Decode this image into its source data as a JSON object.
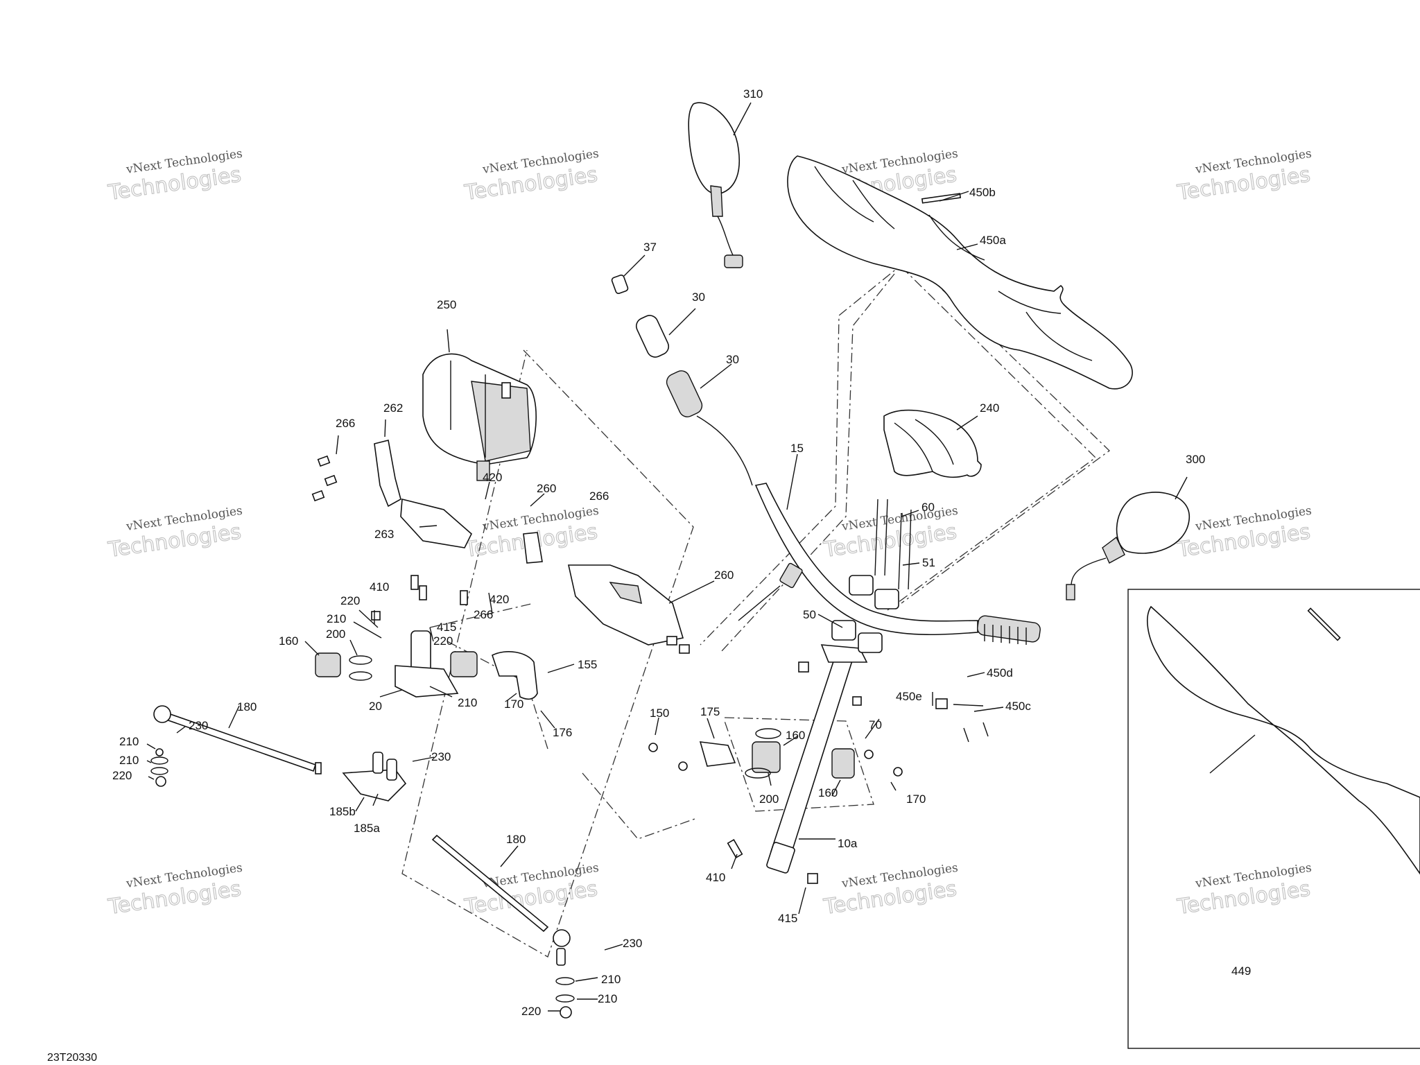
{
  "diagram": {
    "reference_code": "23T20330",
    "watermark": {
      "line1": "vNext Technologies",
      "line2": "Technologies"
    },
    "inset_label": "449",
    "callouts": [
      {
        "text": "310"
      },
      {
        "text": "37"
      },
      {
        "text": "30"
      },
      {
        "text": "30"
      },
      {
        "text": "450b"
      },
      {
        "text": "450a"
      },
      {
        "text": "250"
      },
      {
        "text": "240"
      },
      {
        "text": "15"
      },
      {
        "text": "266"
      },
      {
        "text": "262"
      },
      {
        "text": "420"
      },
      {
        "text": "260"
      },
      {
        "text": "266"
      },
      {
        "text": "300"
      },
      {
        "text": "60"
      },
      {
        "text": "263"
      },
      {
        "text": "51"
      },
      {
        "text": "260"
      },
      {
        "text": "410"
      },
      {
        "text": "420"
      },
      {
        "text": "220"
      },
      {
        "text": "266"
      },
      {
        "text": "210"
      },
      {
        "text": "415"
      },
      {
        "text": "50"
      },
      {
        "text": "200"
      },
      {
        "text": "220"
      },
      {
        "text": "160"
      },
      {
        "text": "155"
      },
      {
        "text": "450d"
      },
      {
        "text": "20"
      },
      {
        "text": "210"
      },
      {
        "text": "170"
      },
      {
        "text": "450e"
      },
      {
        "text": "450c"
      },
      {
        "text": "180"
      },
      {
        "text": "150"
      },
      {
        "text": "175"
      },
      {
        "text": "70"
      },
      {
        "text": "176"
      },
      {
        "text": "160"
      },
      {
        "text": "210"
      },
      {
        "text": "230"
      },
      {
        "text": "210"
      },
      {
        "text": "220"
      },
      {
        "text": "230"
      },
      {
        "text": "160"
      },
      {
        "text": "170"
      },
      {
        "text": "200"
      },
      {
        "text": "185b"
      },
      {
        "text": "185a"
      },
      {
        "text": "10a"
      },
      {
        "text": "180"
      },
      {
        "text": "410"
      },
      {
        "text": "415"
      },
      {
        "text": "230"
      },
      {
        "text": "210"
      },
      {
        "text": "210"
      },
      {
        "text": "220"
      }
    ]
  }
}
